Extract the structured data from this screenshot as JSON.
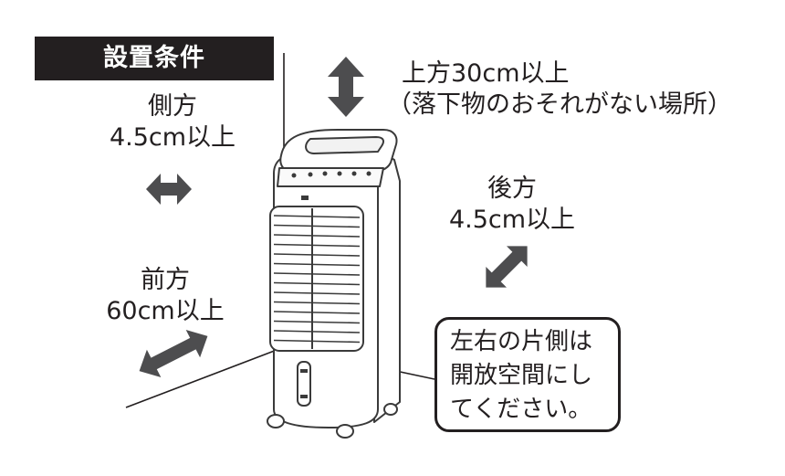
{
  "title": "設置条件",
  "top_clearance": {
    "line1": "上方30cm以上",
    "line2": "（落下物のおそれがない場所）"
  },
  "side_clearance": {
    "line1": "側方",
    "line2": "4.5cm以上"
  },
  "rear_clearance": {
    "line1": "後方",
    "line2": "4.5cm以上"
  },
  "front_clearance": {
    "line1": "前方",
    "line2": "60cm以上"
  },
  "note": {
    "line1": "左右の片側は",
    "line2": "開放空間にし",
    "line3": "てください。"
  },
  "colors": {
    "ink": "#231f20",
    "arrow": "#4d4d4f",
    "unit_outline": "#3a3a3a"
  }
}
